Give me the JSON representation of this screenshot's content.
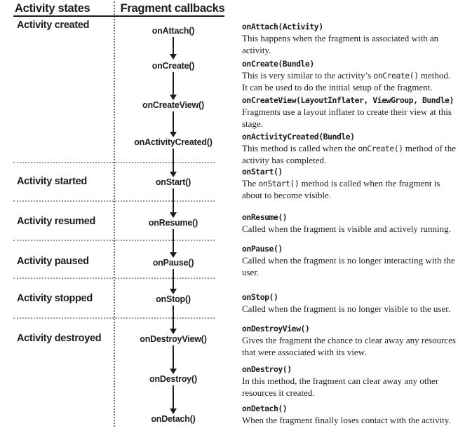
{
  "header": {
    "left": "Activity states",
    "right": "Fragment callbacks"
  },
  "states": [
    {
      "label": "Activity created"
    },
    {
      "label": "Activity started"
    },
    {
      "label": "Activity resumed"
    },
    {
      "label": "Activity paused"
    },
    {
      "label": "Activity stopped"
    },
    {
      "label": "Activity destroyed"
    }
  ],
  "callbacks": [
    "onAttach()",
    "onCreate()",
    "onCreateView()",
    "onActivityCreated()",
    "onStart()",
    "onResume()",
    "onPause()",
    "onStop()",
    "onDestroyView()",
    "onDestroy()",
    "onDetach()"
  ],
  "descriptions": [
    {
      "heading": "onAttach(Activity)",
      "body": [
        {
          "t": "This happens when the fragment is associated with an activity."
        }
      ]
    },
    {
      "heading": "onCreate(Bundle)",
      "body": [
        {
          "t": "This is very similar to the activity’s "
        },
        {
          "t": "onCreate()",
          "mono": true
        },
        {
          "t": " method. It can be used to do the initial setup of the fragment."
        }
      ]
    },
    {
      "heading": "onCreateView(LayoutInflater, ViewGroup, Bundle)",
      "body": [
        {
          "t": "Fragments use a layout inflater to create their view at this stage."
        }
      ]
    },
    {
      "heading": "onActivityCreated(Bundle)",
      "body": [
        {
          "t": "This method is called when the "
        },
        {
          "t": "onCreate()",
          "mono": true
        },
        {
          "t": " method of the activity has completed."
        }
      ]
    },
    {
      "heading": "onStart()",
      "body": [
        {
          "t": "The "
        },
        {
          "t": "onStart()",
          "mono": true
        },
        {
          "t": " method is called when the fragment is about to become visible."
        }
      ]
    },
    {
      "heading": "onResume()",
      "body": [
        {
          "t": "Called when the fragment is visible and actively running."
        }
      ]
    },
    {
      "heading": "onPause()",
      "body": [
        {
          "t": "Called when the fragment is no longer interacting with the user."
        }
      ]
    },
    {
      "heading": "onStop()",
      "body": [
        {
          "t": "Called when the fragment is no longer visible to the user."
        }
      ]
    },
    {
      "heading": "onDestroyView()",
      "body": [
        {
          "t": "Gives the fragment the chance to clear away any resources that were associated with its view."
        }
      ]
    },
    {
      "heading": "onDestroy()",
      "body": [
        {
          "t": "In this method, the fragment can clear away any other resources it created."
        }
      ]
    },
    {
      "heading": "onDetach()",
      "body": [
        {
          "t": "When the fragment finally loses contact with the activity."
        }
      ]
    }
  ],
  "colors": {
    "ink": "#1d1d1b",
    "separator_dots": "#9a9a9a"
  }
}
